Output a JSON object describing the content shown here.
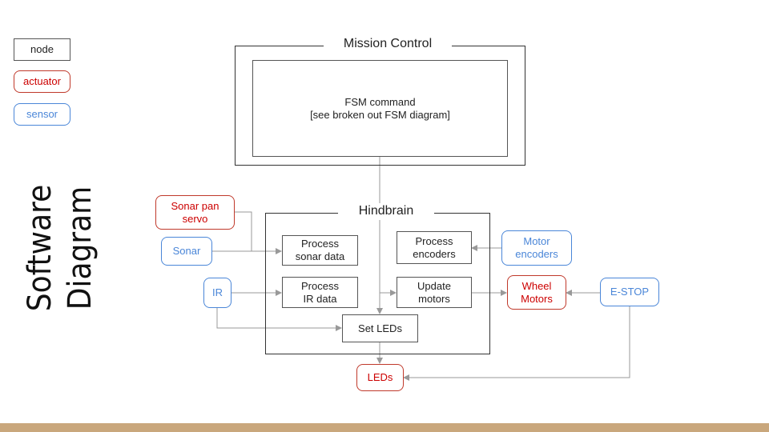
{
  "title": "Software Diagram",
  "legend": {
    "node": "node",
    "actuator": "actuator",
    "sensor": "sensor"
  },
  "containers": {
    "mission_control": "Mission Control",
    "hindbrain": "Hindbrain"
  },
  "nodes": {
    "fsm_command": "FSM command\n[see broken out FSM diagram]",
    "process_sonar": "Process\nsonar data",
    "process_encoders": "Process\nencoders",
    "process_ir": "Process\nIR data",
    "update_motors": "Update\nmotors",
    "set_leds": "Set LEDs"
  },
  "actuators": {
    "sonar_pan_servo": "Sonar pan\nservo",
    "wheel_motors": "Wheel\nMotors",
    "leds": "LEDs"
  },
  "sensors": {
    "sonar": "Sonar",
    "ir": "IR",
    "motor_encoders": "Motor\nencoders",
    "estop": "E-STOP"
  },
  "colors": {
    "node": "#555555",
    "actuator": "#cc0000",
    "sensor": "#4a86d8",
    "connector": "#999999",
    "bottom_bar": "#c9a77c"
  }
}
